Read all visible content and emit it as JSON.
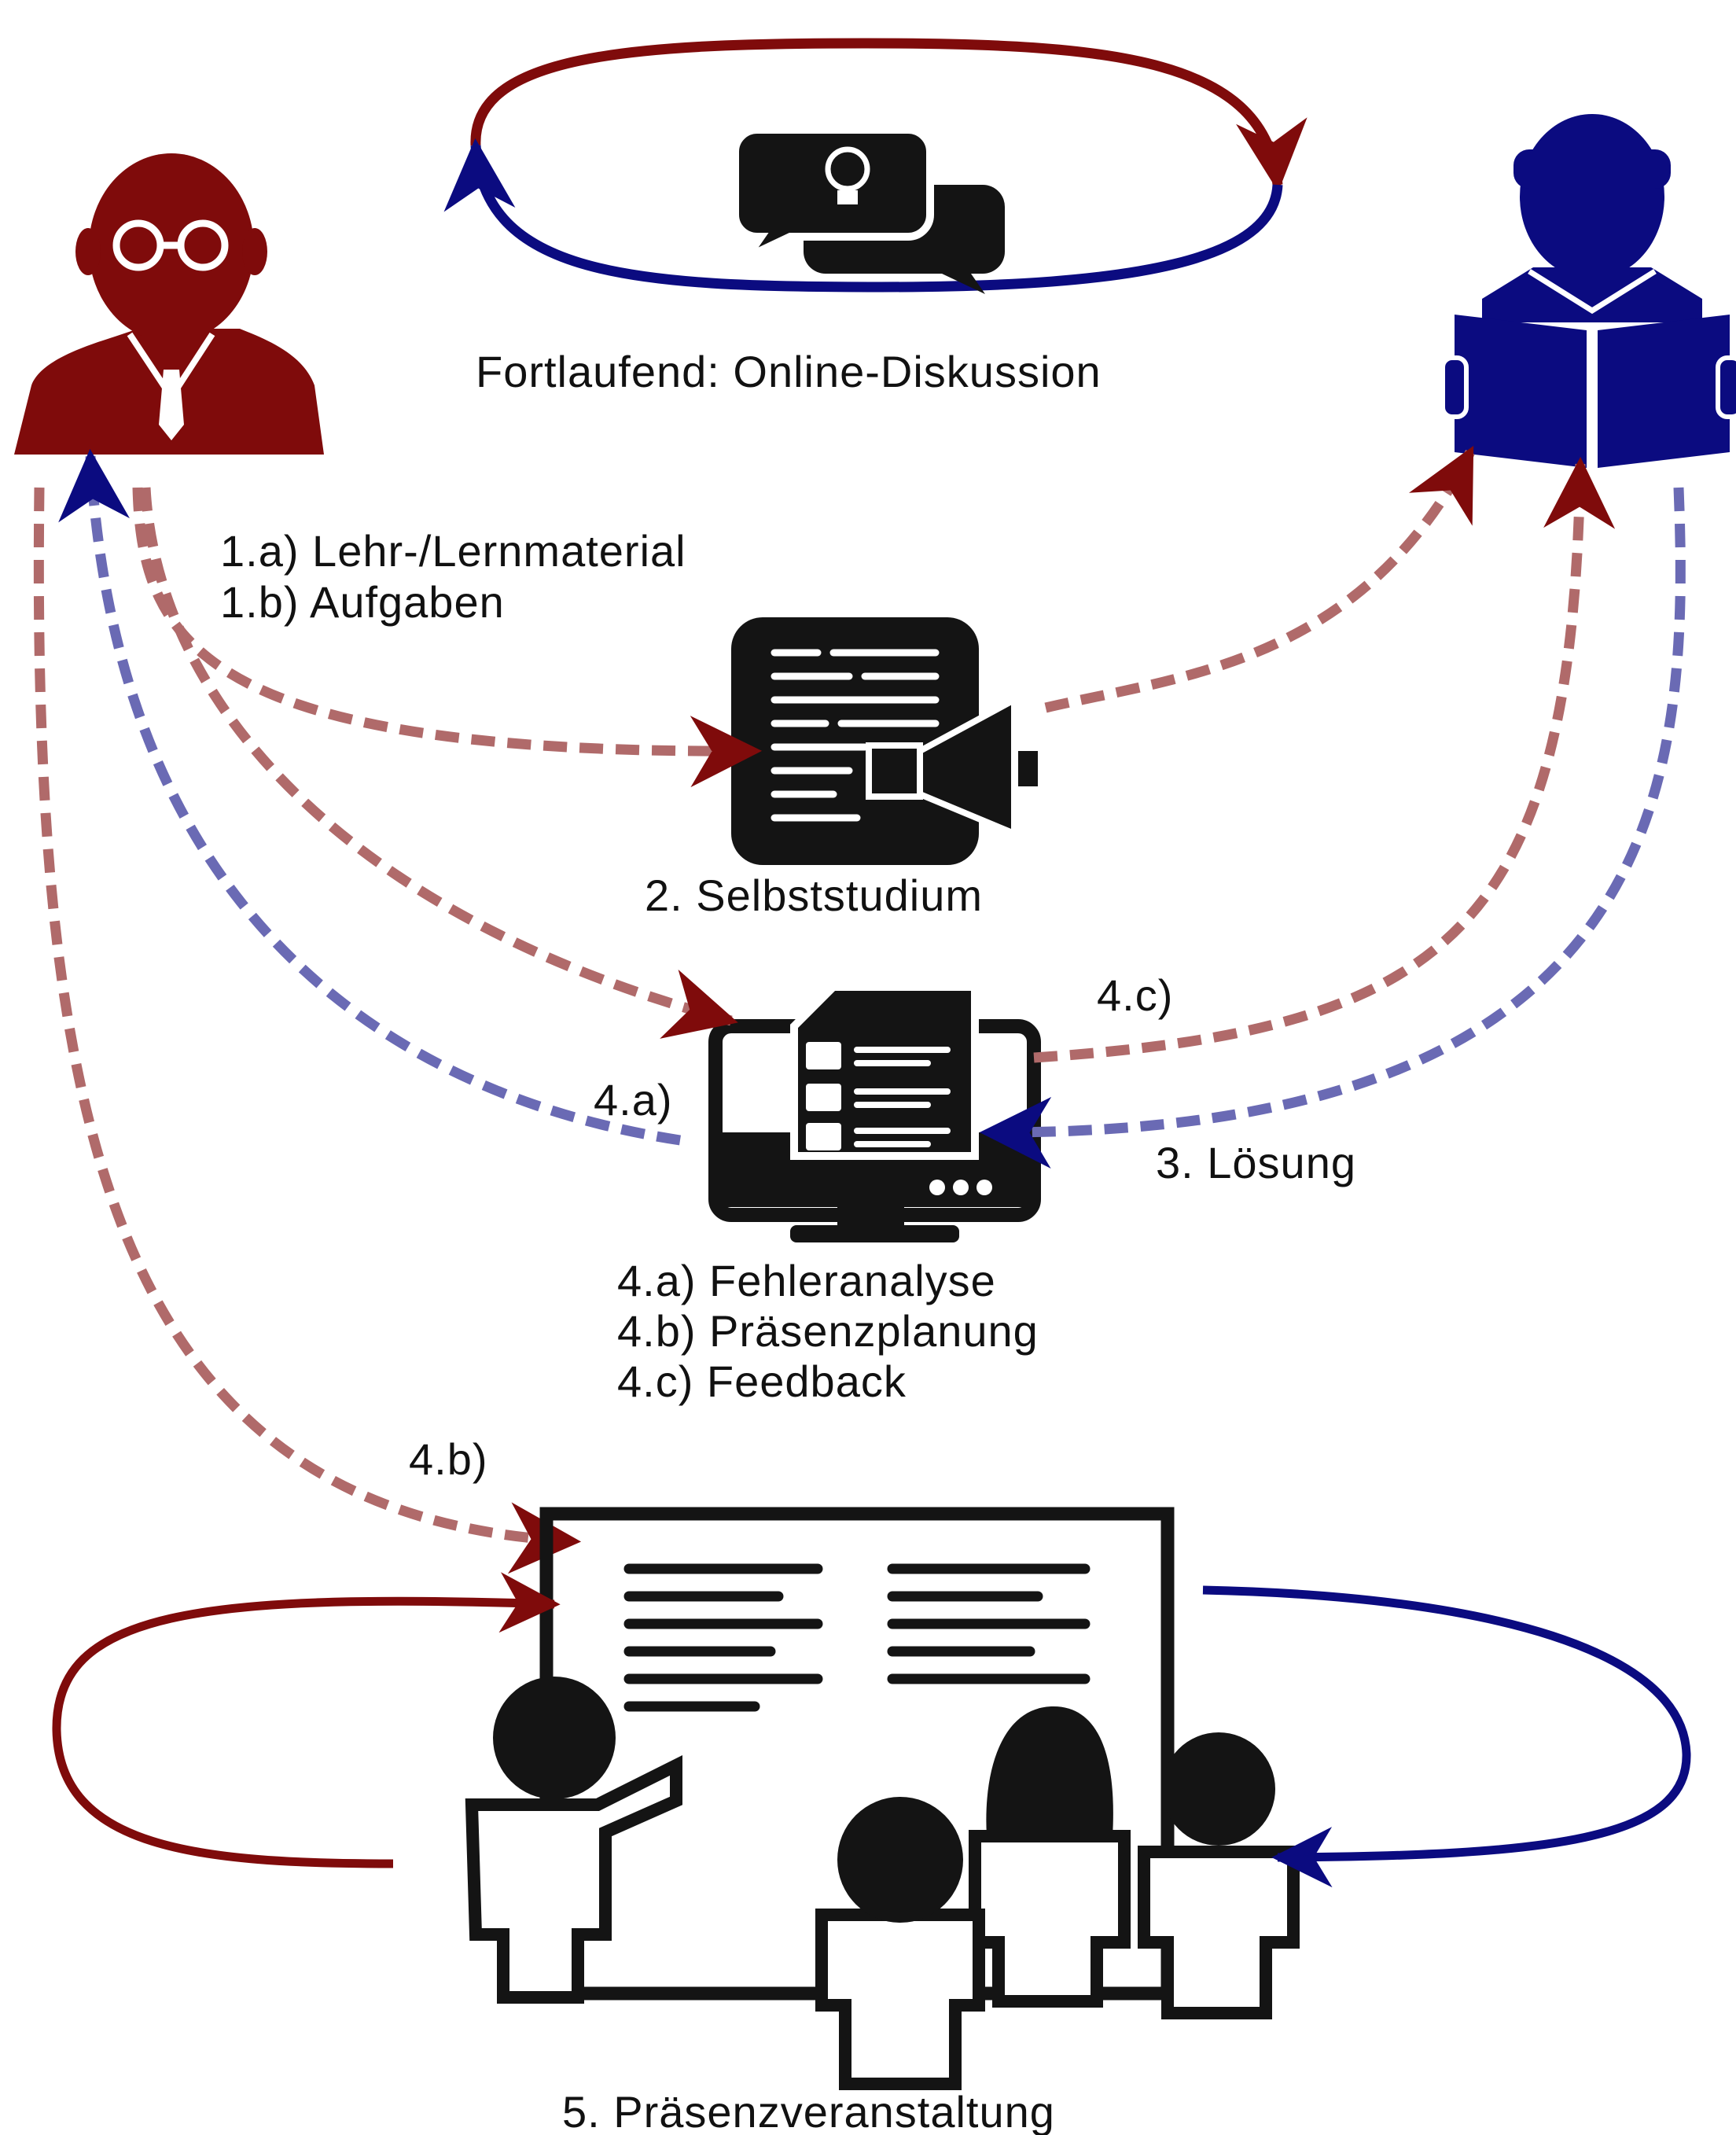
{
  "colors": {
    "teacher": "#7f0b0b",
    "student": "#0b0b80",
    "teacher_dashed": "#b06a6a",
    "student_dashed": "#6a6ab4",
    "icon": "#141414"
  },
  "labels": {
    "discussion": "Fortlaufend: Online-Diskussion",
    "step_1a": "1.a) Lehr-/Lernmaterial",
    "step_1b": "1.b) Aufgaben",
    "step_2": "2. Selbststudium",
    "tag_4c": "4.c)",
    "tag_4a": "4.a)",
    "step_3": "3. Lösung",
    "step_4a": "4.a) Fehleranalyse",
    "step_4b": "4.b) Präsenzplanung",
    "step_4c": "4.c) Feedback",
    "tag_4b": "4.b)",
    "step_5": "5. Präsenzveranstaltung"
  },
  "icons": {
    "teacher": "teacher-with-glasses-icon",
    "student": "student-reading-book-icon",
    "discussion": "chat-bubbles-lightbulb-icon",
    "self_study": "document-megaphone-icon",
    "analysis": "computer-monitor-document-icon",
    "classroom": "classroom-whiteboard-icon"
  }
}
